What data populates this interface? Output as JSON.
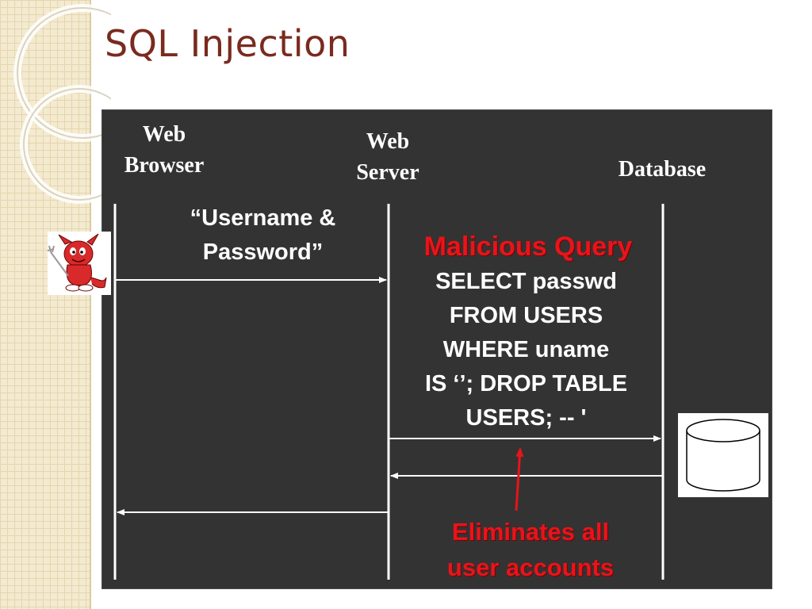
{
  "slide": {
    "title": "SQL Injection"
  },
  "actors": {
    "browser": {
      "line1": "Web",
      "line2": "Browser"
    },
    "server": {
      "line1": "Web",
      "line2": "Server"
    },
    "database": {
      "label": "Database"
    }
  },
  "messages": {
    "credentials_line1": "“Username &",
    "credentials_line2": "Password”",
    "malicious_title": "Malicious Query",
    "query_lines": [
      "SELECT passwd",
      "FROM USERS",
      "WHERE uname",
      "IS ‘’; DROP TABLE",
      "USERS; -- '"
    ],
    "result_line1": "Eliminates all",
    "result_line2": "user accounts"
  },
  "colors": {
    "title": "#7a2a1e",
    "panel": "#333333",
    "highlight": "#e8141a",
    "text": "#ffffff"
  },
  "icons": {
    "attacker": "devil-mascot-icon",
    "database": "database-cylinder-icon"
  }
}
